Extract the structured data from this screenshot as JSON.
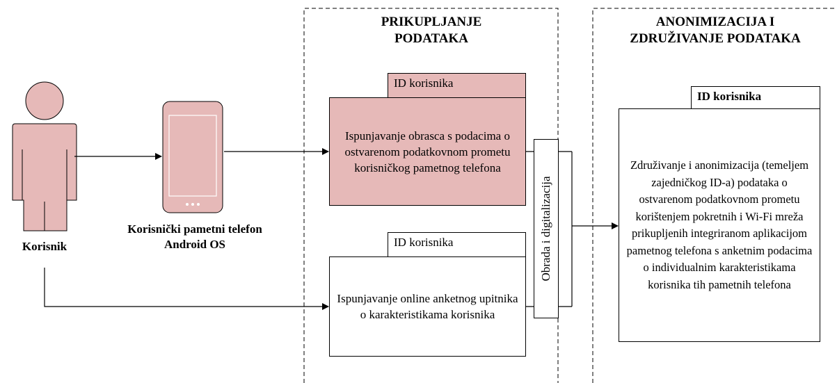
{
  "headings": {
    "collection": "PRIKUPLJANJE\nPODATAKA",
    "anonymization": "ANONIMIZACIJA I\nZDRUŽIVANJE PODATAKA"
  },
  "user": {
    "label": "Korisnik",
    "icon": "person-icon"
  },
  "phone": {
    "label": "Korisnički pametni telefon\nAndroid OS",
    "icon": "smartphone-icon"
  },
  "form_box": {
    "tab": "ID korisnika",
    "text": "Ispunjavanje obrasca s podacima o ostvarenom podatkovnom prometu korisničkog pametnog telefona"
  },
  "survey_box": {
    "tab": "ID korisnika",
    "text": "Ispunjavanje online anketnog upitnika o karakteristikama korisnika"
  },
  "processing": {
    "text": "Obrada i digitalizacija"
  },
  "result_box": {
    "tab": "ID korisnika",
    "text": "Združivanje i anonimizacija (temeljem zajedničkog ID-a) podataka o ostvarenom podatkovnom prometu korištenjem pokretnih i Wi-Fi mreža prikupljenih integriranom aplikacijom pametnog telefona s anketnim podacima o individualnim karakteristikama korisnika tih pametnih telefona"
  },
  "colors": {
    "accent_fill": "#e6b9b8",
    "line": "#000000"
  }
}
